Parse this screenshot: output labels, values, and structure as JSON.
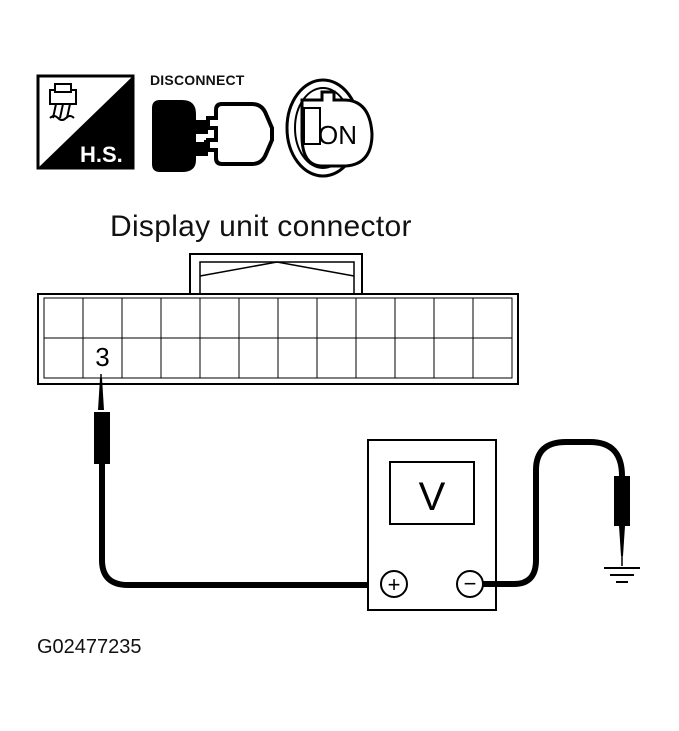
{
  "icons": {
    "hs_label": "H.S.",
    "disconnect_label": "DISCONNECT",
    "ignition_label": "ON",
    "hs_icon": "harness-heat-shrink-icon",
    "disconnect_icon": "connector-disconnect-icon",
    "ignition_icon": "ignition-key-icon"
  },
  "connector": {
    "title": "Display unit connector",
    "pin_label": "3"
  },
  "meter": {
    "label": "V",
    "plus_symbol": "+",
    "minus_symbol": "−"
  },
  "ground_icon": "ground-symbol-icon",
  "figure_id": "G02477235"
}
